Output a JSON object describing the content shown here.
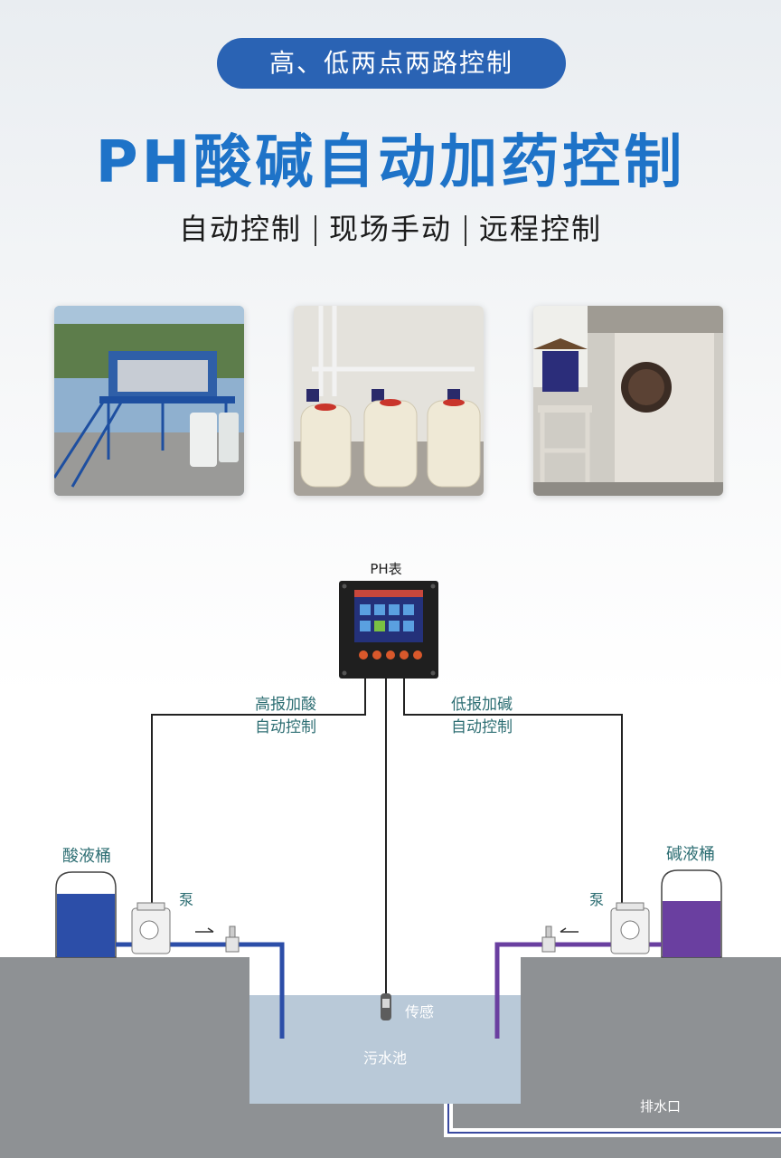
{
  "header": {
    "pill_text": "高、低两点两路控制",
    "title": "PH酸碱自动加药控制",
    "modes": [
      "自动控制",
      "现场手动",
      "远程控制"
    ]
  },
  "photos": [
    {
      "name": "plant-site-photo"
    },
    {
      "name": "dosing-tanks-photo"
    },
    {
      "name": "pump-station-photo"
    }
  ],
  "diagram": {
    "meter_label": "PH表",
    "left_control": [
      "高报加酸",
      "自动控制"
    ],
    "right_control": [
      "低报加碱",
      "自动控制"
    ],
    "acid_tank": "酸液桶",
    "alkali_tank": "碱液桶",
    "pump_left": "泵",
    "pump_right": "泵",
    "sensor": "传感",
    "pool": "污水池",
    "drain": "排水口"
  },
  "colors": {
    "pill_bg": "#2a63b4",
    "title": "#1e73c8",
    "acid": "#2c4ea8",
    "alkali": "#6a3fa0",
    "ground": "#8e9194",
    "water": "#b9c9d8",
    "label_teal": "#2d6e73"
  }
}
